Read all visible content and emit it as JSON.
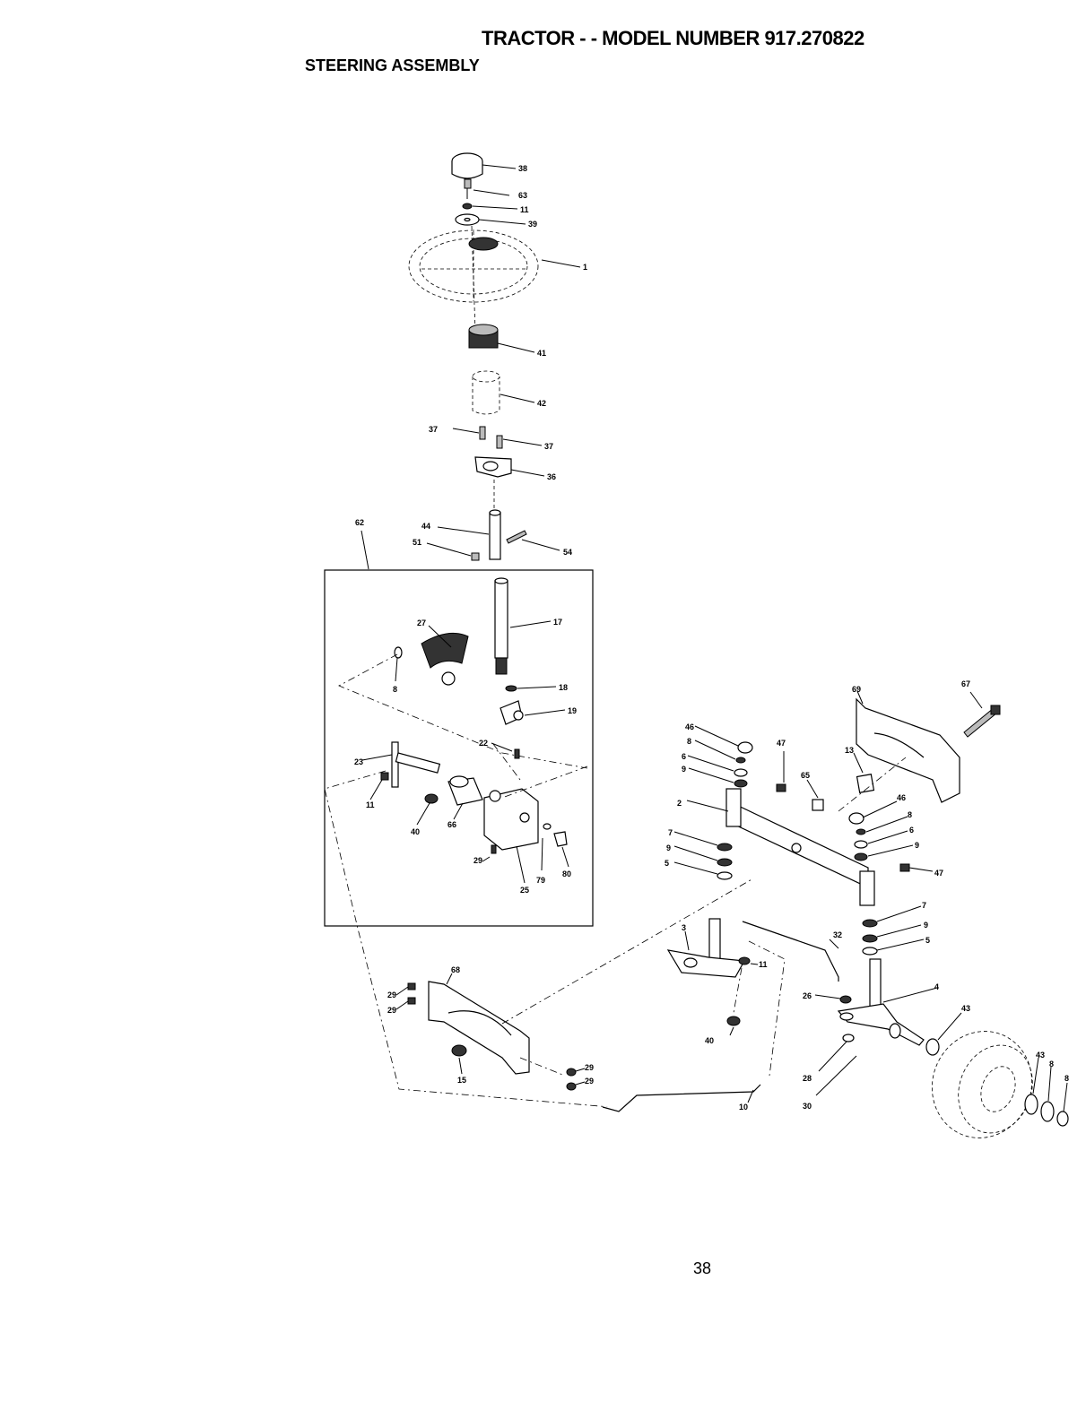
{
  "header": {
    "title": "TRACTOR - - MODEL NUMBER 917.270822",
    "subtitle": "STEERING ASSEMBLY"
  },
  "footer": {
    "page_number": "38"
  },
  "callouts": {
    "c38": "38",
    "c63": "63",
    "c11a": "11",
    "c39": "39",
    "c1": "1",
    "c41": "41",
    "c42": "42",
    "c37a": "37",
    "c37b": "37",
    "c36": "36",
    "c62": "62",
    "c44": "44",
    "c51": "51",
    "c54": "54",
    "c27": "27",
    "c17": "17",
    "c8a": "8",
    "c18": "18",
    "c19": "19",
    "c22": "22",
    "c23": "23",
    "c11b": "11",
    "c40a": "40",
    "c66a": "66",
    "c29a": "29",
    "c79": "79",
    "c80": "80",
    "c25": "25",
    "c46a": "46",
    "c8b": "8",
    "c6a": "6",
    "c9a": "9",
    "c47a": "47",
    "c65": "65",
    "c13": "13",
    "c69": "69",
    "c67": "67",
    "c2": "2",
    "c7a": "7",
    "c9b": "9",
    "c5a": "5",
    "c46b": "46",
    "c8c": "8",
    "c6b": "6",
    "c9c": "9",
    "c47b": "47",
    "c7b": "7",
    "c9d": "9",
    "c5b": "5",
    "c3": "3",
    "c11c": "11",
    "c32": "32",
    "c40b": "40",
    "c68": "68",
    "c29b": "29",
    "c29c": "29",
    "c15": "15",
    "c29d": "29",
    "c29e": "29",
    "c26a": "26",
    "c4": "4",
    "c43a": "43",
    "c28": "28",
    "c30": "30",
    "c10": "10",
    "c43b": "43",
    "c8d": "8",
    "c8e": "8"
  }
}
